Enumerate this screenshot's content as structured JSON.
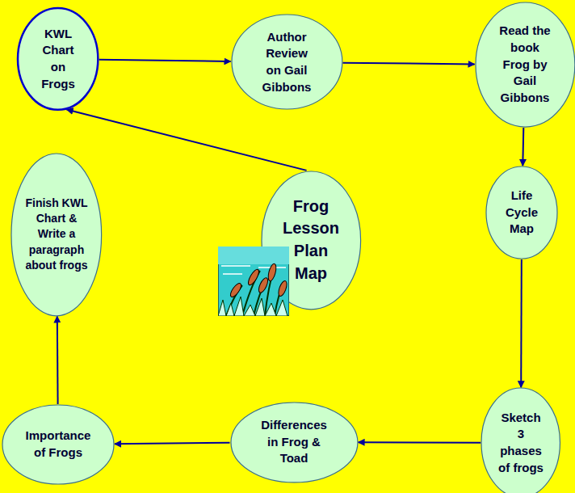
{
  "diagram": {
    "nodes": [
      {
        "text": [
          "KWL Chart on Frogs"
        ]
      },
      {
        "text": [
          "Author Review on Gail Gibbons"
        ]
      },
      {
        "text": [
          "Read the book Frog by Gail Gibbons"
        ]
      },
      {
        "text": [
          "Finish KWL Chart & Write a paragraph about frogs"
        ]
      },
      {
        "text": [
          "Frog Lesson Plan Map"
        ]
      },
      {
        "text": [
          "Life Cycle Map"
        ]
      },
      {
        "text": [
          "Importance of Frogs"
        ]
      },
      {
        "text": [
          "Differences in Frog & Toad"
        ]
      },
      {
        "text": [
          "Sketch 3 phases of frogs"
        ]
      }
    ],
    "edges": [
      {
        "from": 0,
        "to": 1,
        "arrow": "to"
      },
      {
        "from": 1,
        "to": 2,
        "arrow": "to"
      },
      {
        "from": 2,
        "to": 5,
        "arrow": "to"
      },
      {
        "from": 5,
        "to": 8,
        "arrow": "to"
      },
      {
        "from": 8,
        "to": 7,
        "arrow": "to"
      },
      {
        "from": 7,
        "to": 6,
        "arrow": "to"
      },
      {
        "from": 6,
        "to": 3,
        "arrow": "to"
      },
      {
        "from": 4,
        "to": 0,
        "arrow": "to"
      }
    ]
  }
}
